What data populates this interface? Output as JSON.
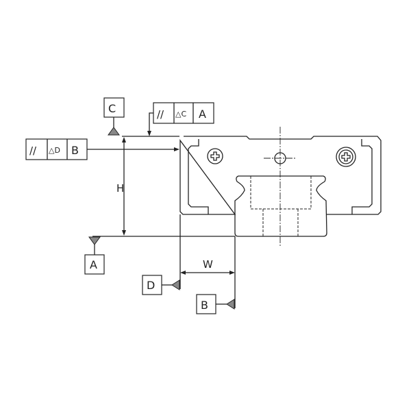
{
  "datums": {
    "a": "A",
    "b": "B",
    "c": "C",
    "d": "D"
  },
  "fcf_top": {
    "symbol": "//",
    "modifier": "△C",
    "datum": "A"
  },
  "fcf_left": {
    "symbol": "//",
    "modifier": "△D",
    "datum": "B"
  },
  "dimensions": {
    "height": "H",
    "width": "W"
  },
  "colors": {
    "line": "#222222",
    "datum_triangle": "#888888"
  }
}
